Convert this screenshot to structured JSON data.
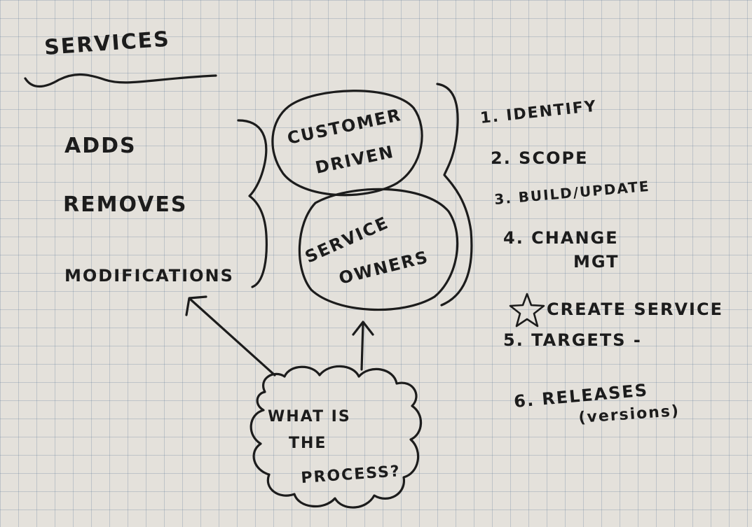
{
  "title": "SERVICES",
  "left_list": [
    "ADDS",
    "REMOVES",
    "MODIFICATIONS"
  ],
  "center": {
    "top_circle": [
      "CUSTOMER",
      "DRIVEN"
    ],
    "bottom_circle": [
      "SERVICE",
      "OWNERS"
    ]
  },
  "cloud": [
    "WHAT IS",
    "THE",
    "PROCESS?"
  ],
  "steps": {
    "s1": "1. IDENTIFY",
    "s2": "2. SCOPE",
    "s3": "3. BUILD/UPDATE",
    "s4a": "4. CHANGE",
    "s4b": "MGT",
    "star_icon": "star-icon",
    "star_text": "CREATE SERVICE",
    "s5": "5.  TARGETS -",
    "s6a": "6. RELEASES",
    "s6b": "(versions)"
  },
  "ink_color": "#1c1c1c",
  "paper_color": "#e4e1db"
}
